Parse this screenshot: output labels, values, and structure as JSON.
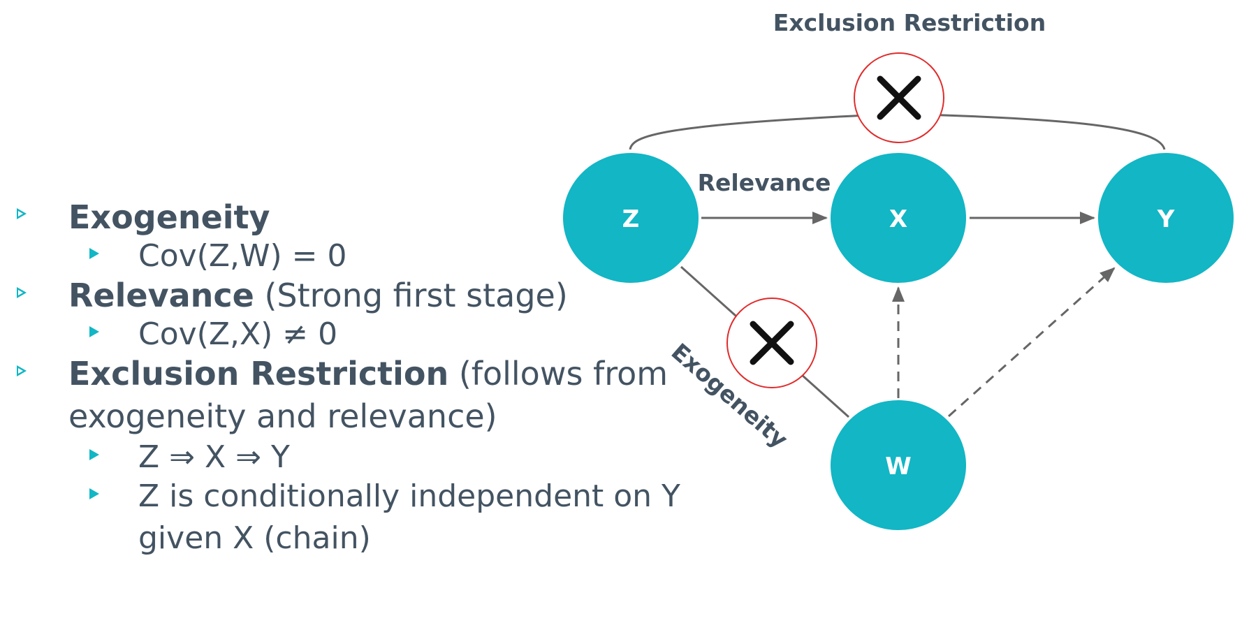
{
  "bullets": [
    {
      "term": "Exogeneity",
      "rest": "",
      "sub": [
        "Cov(Z,W) = 0"
      ]
    },
    {
      "term": "Relevance",
      "rest": " (Strong first stage)",
      "sub": [
        "Cov(Z,X) ≠ 0"
      ]
    },
    {
      "term": "Exclusion Restriction",
      "rest": " (follows from",
      "rest_line2": "exogeneity and relevance)",
      "sub": [
        "Z ⇒ X ⇒ Y",
        "Z is conditionally independent on Y",
        "given X (chain)"
      ]
    }
  ],
  "diagram": {
    "title": "Exclusion Restriction",
    "relevance_label": "Relevance",
    "exogeneity_label": "Exogeneity",
    "nodes": {
      "z": "Z",
      "x": "X",
      "y": "Y",
      "w": "W"
    },
    "colors": {
      "node": "#12b6c5",
      "edge": "#666666",
      "blocked_ring": "#e02b2b",
      "text": "#435362"
    }
  }
}
